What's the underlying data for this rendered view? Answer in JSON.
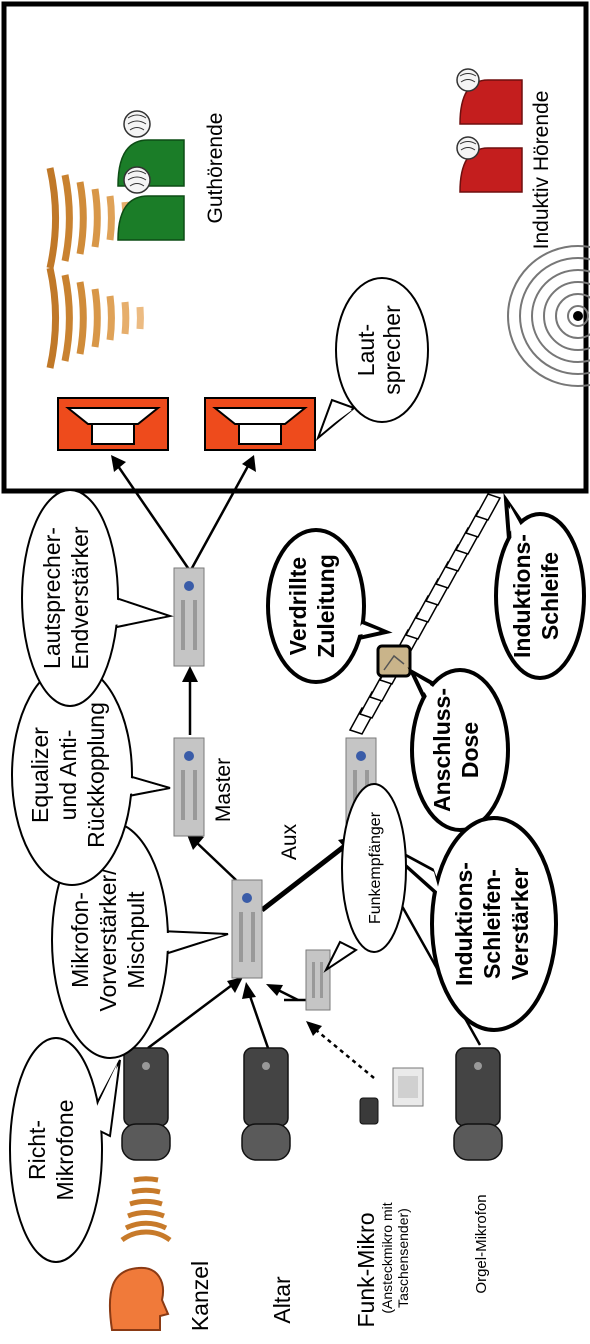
{
  "labels": {
    "kanzel": "Kanzel",
    "altar": "Altar",
    "funk_mikro": "Funk-Mikro",
    "funk_mikro_sub1": "(Ansteckmikro mit",
    "funk_mikro_sub2": "Taschensender)",
    "orgel_mikrofon": "Orgel-Mikrofon",
    "funkempfaenger": "Funkempfänger",
    "master": "Master",
    "aux": "Aux",
    "guthoerende": "Guthörende",
    "induktiv_hoerende": "Induktiv Hörende"
  },
  "bubbles": {
    "richt_mikrofone": [
      "Richt-",
      "Mikrofone"
    ],
    "mikrofon_vorverstaerker": [
      "Mikrofon-",
      "Vorverstärker/",
      "Mischpult"
    ],
    "equalizer": [
      "Equalizer",
      "und Anti-",
      "Rückkopplung"
    ],
    "endverstaerker": [
      "Lautsprecher-",
      "Endverstärker"
    ],
    "lautsprecher": [
      "Laut-",
      "sprecher"
    ],
    "verdrillte_zuleitung": [
      "Verdrillte",
      "Zuleitung"
    ],
    "anschluss_dose": [
      "Anschluss-",
      "Dose"
    ],
    "induktions_schleife": [
      "Induktions-",
      "Schleife"
    ],
    "schleifen_verstaerker": [
      "Induktions-",
      "Schleifen-",
      "Verstärker"
    ]
  },
  "colors": {
    "speaker_box": "#ee4b1c",
    "sound_wave": "#b86a22",
    "face": "#f07a3a",
    "listener_green": "#1b7d28",
    "listener_red": "#c41e1e",
    "amplifier": "#c5c5c5"
  }
}
